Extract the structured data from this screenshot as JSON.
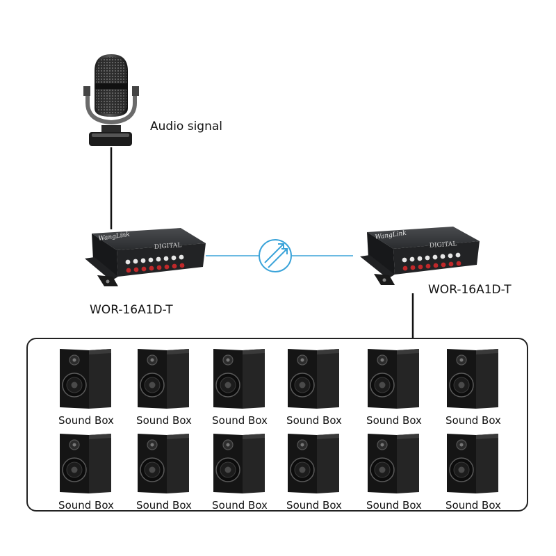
{
  "microphone": {
    "label": "Audio signal"
  },
  "transmitter": {
    "model": "WOR-16A1D-T",
    "brand": "WangLink",
    "panel_text": "DIGITAL"
  },
  "receiver": {
    "model": "WOR-16A1D-T",
    "brand": "WangLink",
    "panel_text": "DIGITAL"
  },
  "speakers": {
    "rows": [
      [
        "Sound Box",
        "Sound Box",
        "Sound Box",
        "Sound Box",
        "Sound Box",
        "Sound Box"
      ],
      [
        "Sound Box",
        "Sound Box",
        "Sound Box",
        "Sound Box",
        "Sound Box",
        "Sound Box"
      ]
    ]
  },
  "colors": {
    "link_line": "#3aa3d9",
    "wire": "#111111",
    "device_body": "#2b2d2f",
    "jack_red": "#c0282a",
    "jack_white": "#e6e6e6"
  },
  "icons": {
    "microphone": "microphone-icon",
    "link": "wireless-link-icon",
    "speaker": "speaker-icon"
  }
}
